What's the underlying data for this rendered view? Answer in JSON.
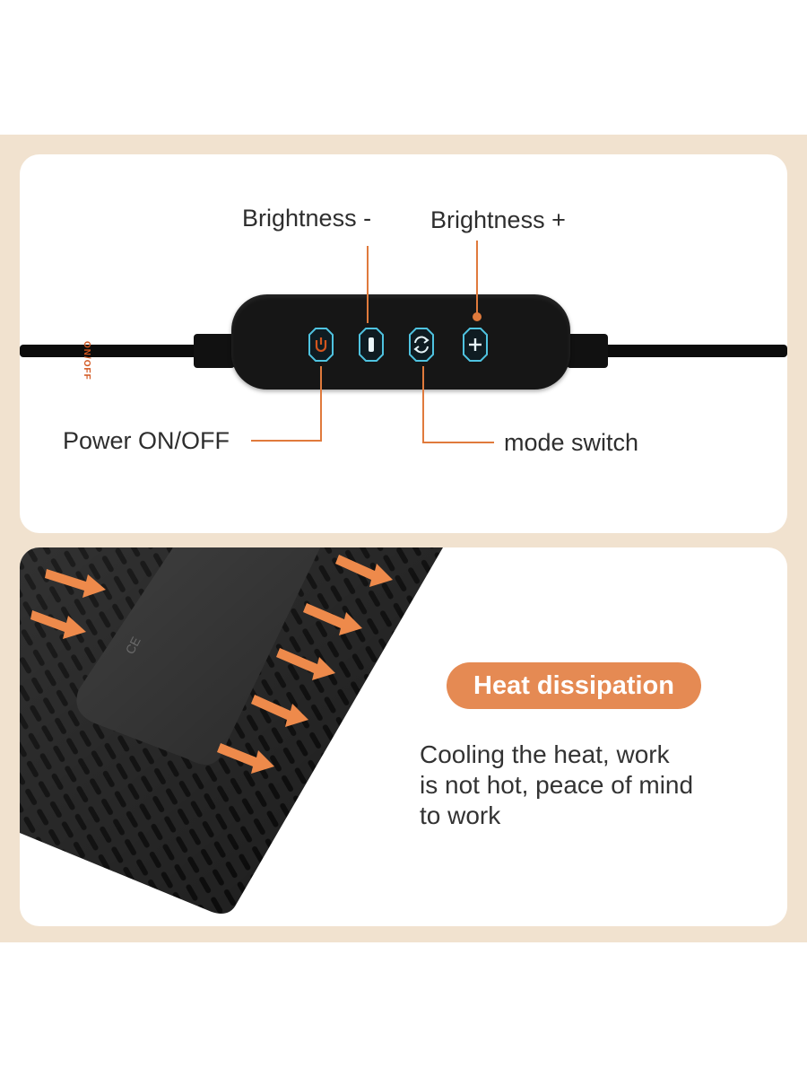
{
  "controller": {
    "labels": {
      "brightness_minus": "Brightness -",
      "brightness_plus": "Brightness +",
      "power": "Power ON/OFF",
      "mode": "mode switch"
    },
    "device_text": "ON/OFF",
    "buttons": [
      "power-icon",
      "minus-icon",
      "refresh-icon",
      "plus-icon"
    ]
  },
  "heat": {
    "badge": "Heat dissipation",
    "description_lines": [
      "Cooling the heat, work",
      "is not hot, peace of mind",
      "to work"
    ],
    "device_label": "CE"
  },
  "colors": {
    "background_band": "#f1e2cf",
    "accent": "#e07a3c",
    "badge": "#e58a53",
    "button_glow": "#4fc3e0",
    "device": "#161616"
  }
}
